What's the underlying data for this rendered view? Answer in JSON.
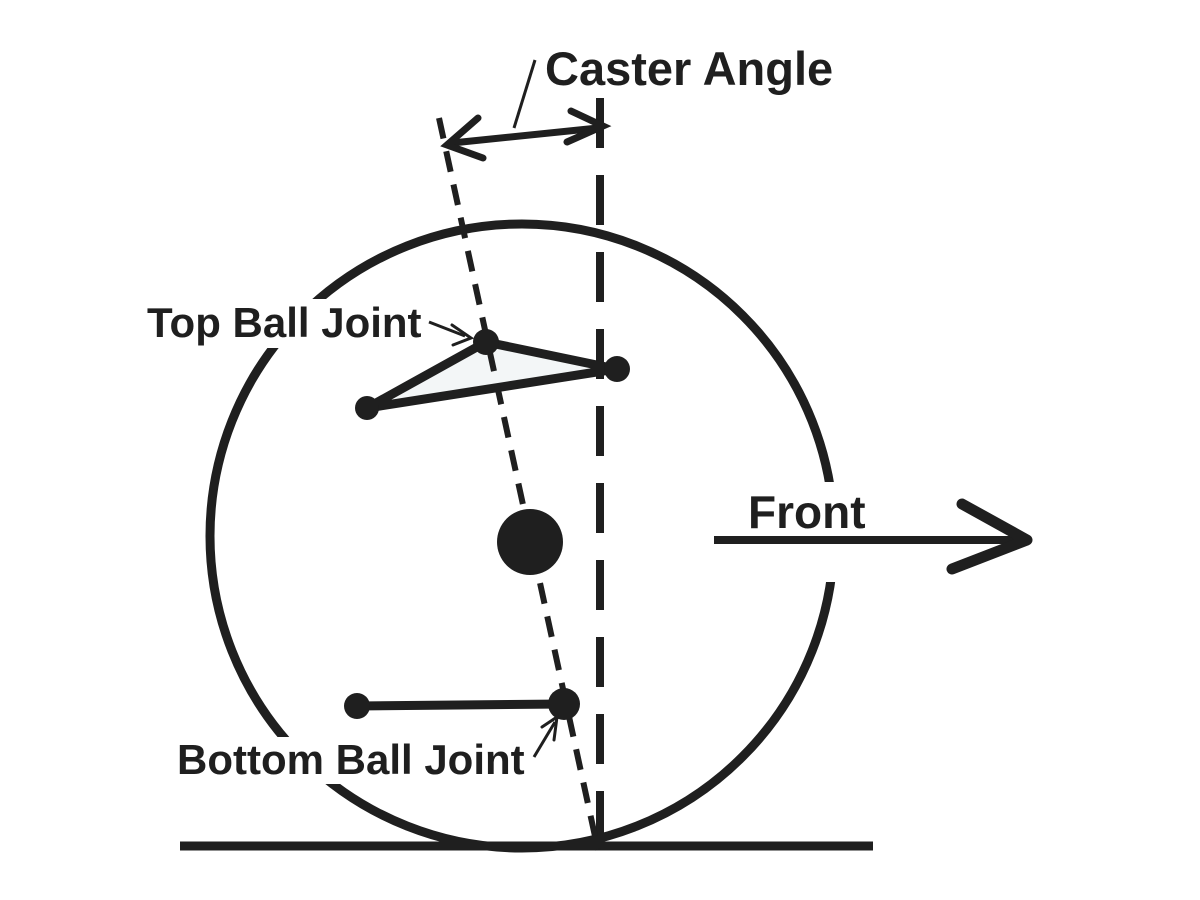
{
  "diagram": {
    "type": "wheel-alignment-caster-angle-side-view",
    "labels": {
      "caster_angle": "Caster Angle",
      "top_ball_joint": "Top Ball Joint",
      "bottom_ball_joint": "Bottom Ball Joint",
      "front": "Front"
    },
    "colors": {
      "ink": "#1f1f1f",
      "background": "#ffffff",
      "control_arm_fill": "#f3f6f7"
    }
  }
}
